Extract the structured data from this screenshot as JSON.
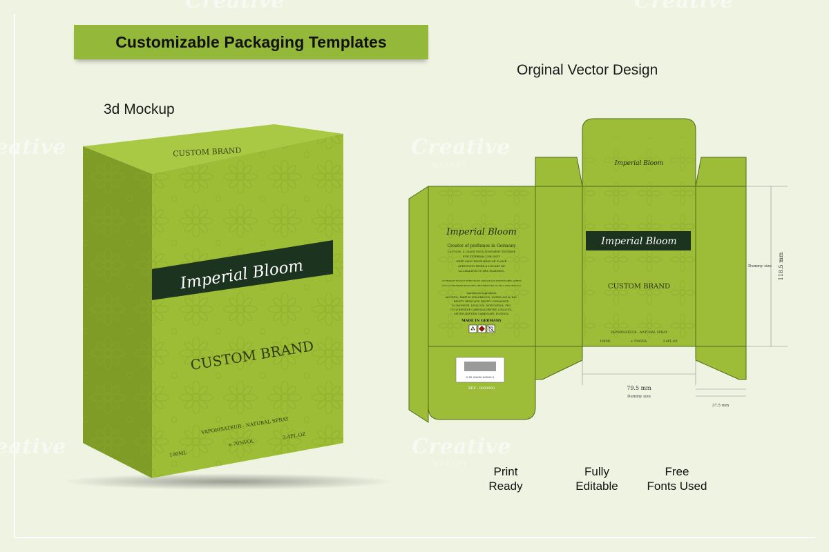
{
  "banner": {
    "title": "Customizable Packaging Templates"
  },
  "labels": {
    "mockup": "3d Mockup",
    "vector": "Orginal Vector Design"
  },
  "features": [
    {
      "line1": "Print",
      "line2": "Ready"
    },
    {
      "line1": "Fully",
      "line2": "Editable"
    },
    {
      "line1": "Free",
      "line2": "Fonts Used"
    }
  ],
  "box": {
    "brand_top": "CUSTOM BRAND",
    "product": "Imperial Bloom",
    "brand": "CUSTOM BRAND",
    "spray": "VAPORISATEUR - NATURAL SPRAY",
    "volume": "100ML",
    "alcohol": "e 70%VOL",
    "floz": "3.4FL.OZ"
  },
  "dieline": {
    "top_flap_title": "Imperial Bloom",
    "band_title": "Imperial Bloom",
    "front_brand": "CUSTOM BRAND",
    "front_spray": "VAPORISATEUR - NATURAL SPRAY",
    "front_volume": "100ML",
    "front_alcohol": "e 70%VOL",
    "front_floz": "3.4FL.OZ",
    "back_title": "Imperial Bloom",
    "back_creator": "Creator of perfumes in Germany",
    "back_lines": [
      "CAUTION: A USAGE EXCLUSIVEMENT EXTERNE",
      "FOR EXTERNAL USE ONLY",
      "KEEP AWAY FROM HEAT OR FLAME",
      "ATTENTION TENIR A L'ECART DE",
      "LA CHALEUR OU DES FLAMMES."
    ],
    "back_fine": [
      "CE PRODUIT NE PEUT ETRE VENDU QUE PAR LES DEPOSITAIRES AGREES",
      "ONLY AUTHORIZED RETAILERS ARE PERMITTED TO SELL THIS PRODUCT"
    ],
    "back_ingredients": [
      "Ingredients: Ingrediénts",
      "ALCOHOL, PARFUM (FRAGRANCE), WATER (AQUA) EAU,",
      "BENZYL BENZOATE, BENZYL CINNAMATE,",
      "D-LIMONENE, LINALOOL, ISOEUGENOL, PEG,",
      "CYCLOHEXENE CARBOXALDEHYDE, LINALOOL,",
      "METHYLHEPTINE CARBONATE, EUGENOL"
    ],
    "back_made": "MADE IN GERMANY",
    "barcode_digits": "0  85  00000  00000  0",
    "ref": "REF : 0000000",
    "dim_height": "118.5 mm",
    "dim_height_note": "Dummy size",
    "dim_width": "79.5 mm",
    "dim_width_note": "Dummy size",
    "dim_depth": "37.5 mm"
  },
  "watermark": {
    "text": "Creative",
    "sub": "MARKET"
  },
  "colors": {
    "background": "#eef3e2",
    "banner": "#94b83a",
    "box_face": "#9dbd36",
    "box_side": "#7f9d26",
    "box_top": "#a9c843",
    "band": "#1c3320",
    "dieline": "#9dbd38",
    "dieline_edge": "#4f6a18"
  }
}
